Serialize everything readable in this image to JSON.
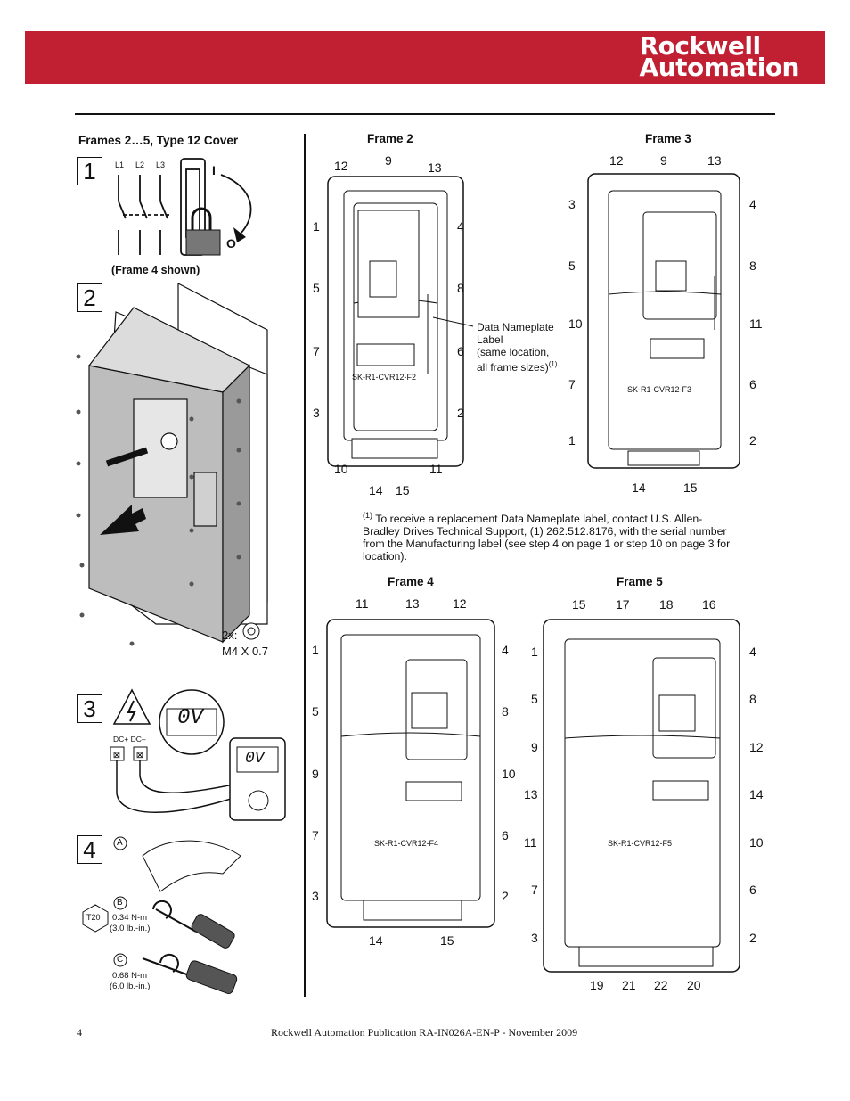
{
  "brand": {
    "line1": "Rockwell",
    "line2": "Automation"
  },
  "left_panel": {
    "title": "Frames 2…5, Type 12 Cover",
    "step1": {
      "number": "1",
      "l1": "L1",
      "l2": "L2",
      "l3": "L3",
      "on": "I",
      "off": "O",
      "caption": "(Frame 4 shown)"
    },
    "step2": {
      "number": "2",
      "screws_qty": "2x:",
      "screws_spec": "M4 X 0.7"
    },
    "step3": {
      "number": "3",
      "terminals": "DC+ DC–",
      "reading_large": "0V",
      "reading_meter": "0V"
    },
    "step4": {
      "number": "4",
      "a": "A",
      "b": "B",
      "c": "C",
      "tool": "T20",
      "torque_b": "0.34 N-m",
      "torque_b_imp": "(3.0 lb.-in.)",
      "torque_c": "0.68 N-m",
      "torque_c_imp": "(6.0 lb.-in.)"
    }
  },
  "frame2": {
    "title": "Frame 2",
    "part": "SK-R1-CVR12-F2",
    "labels": [
      "12",
      "9",
      "13",
      "1",
      "4",
      "5",
      "8",
      "7",
      "6",
      "3",
      "2",
      "10",
      "11",
      "14",
      "15"
    ],
    "callout": [
      "Data Nameplate",
      "Label",
      "(same location,",
      "all frame sizes)"
    ],
    "callout_ref": "(1)"
  },
  "frame3": {
    "title": "Frame 3",
    "part": "SK-R1-CVR12-F3",
    "labels": [
      "12",
      "9",
      "13",
      "3",
      "4",
      "5",
      "8",
      "10",
      "11",
      "7",
      "6",
      "1",
      "2",
      "14",
      "15"
    ]
  },
  "footnote": {
    "ref": "(1)",
    "text": "To receive a replacement Data Nameplate label, contact U.S. Allen-Bradley Drives Technical Support, (1) 262.512.8176, with the serial number from the Manufacturing label (see step 4 on page 1 or step 10 on page 3 for location)."
  },
  "frame4": {
    "title": "Frame 4",
    "part": "SK-R1-CVR12-F4",
    "labels": [
      "11",
      "13",
      "12",
      "1",
      "4",
      "5",
      "8",
      "9",
      "10",
      "7",
      "6",
      "3",
      "2",
      "14",
      "15"
    ]
  },
  "frame5": {
    "title": "Frame 5",
    "part": "SK-R1-CVR12-F5",
    "labels": [
      "15",
      "17",
      "18",
      "16",
      "1",
      "4",
      "5",
      "8",
      "9",
      "12",
      "13",
      "14",
      "11",
      "10",
      "7",
      "6",
      "3",
      "2",
      "19",
      "21",
      "22",
      "20"
    ]
  },
  "footer": {
    "page": "4",
    "publication": "Rockwell Automation Publication RA-IN026A-EN-P - November 2009"
  }
}
